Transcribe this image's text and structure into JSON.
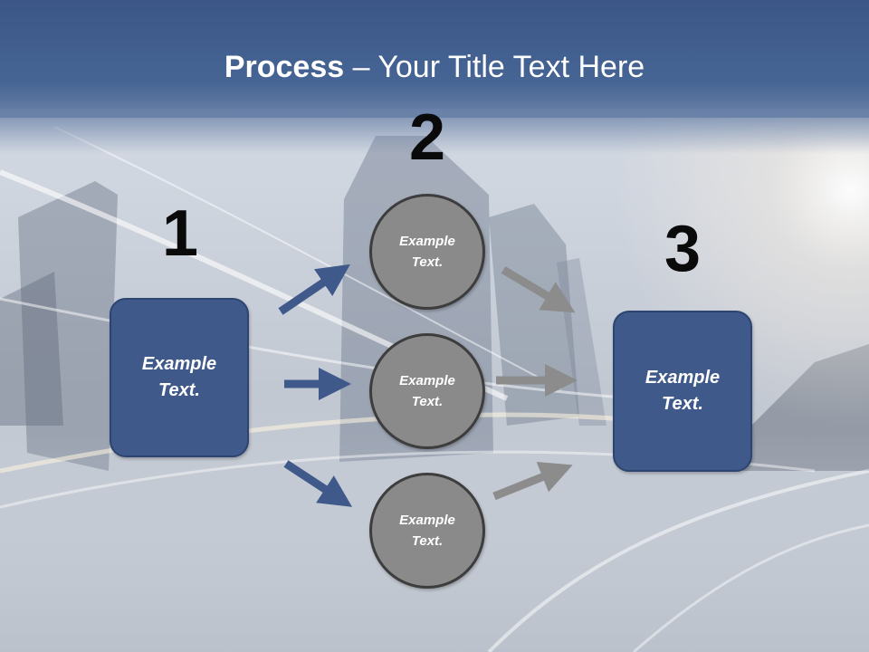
{
  "title": {
    "bold": "Process",
    "rest": " – Your Title Text Here"
  },
  "steps": [
    {
      "number": "1",
      "text": "Example\nText."
    },
    {
      "number": "2",
      "items": [
        "Example\nText.",
        "Example\nText.",
        "Example\nText."
      ]
    },
    {
      "number": "3",
      "text": "Example\nText."
    }
  ],
  "colors": {
    "title_band": "#3b5687",
    "box_fill": "#3f5a8a",
    "circle_fill": "#8a8a8a",
    "blue_arrow": "#3f5a8a",
    "gray_arrow": "#8c8c8c"
  }
}
